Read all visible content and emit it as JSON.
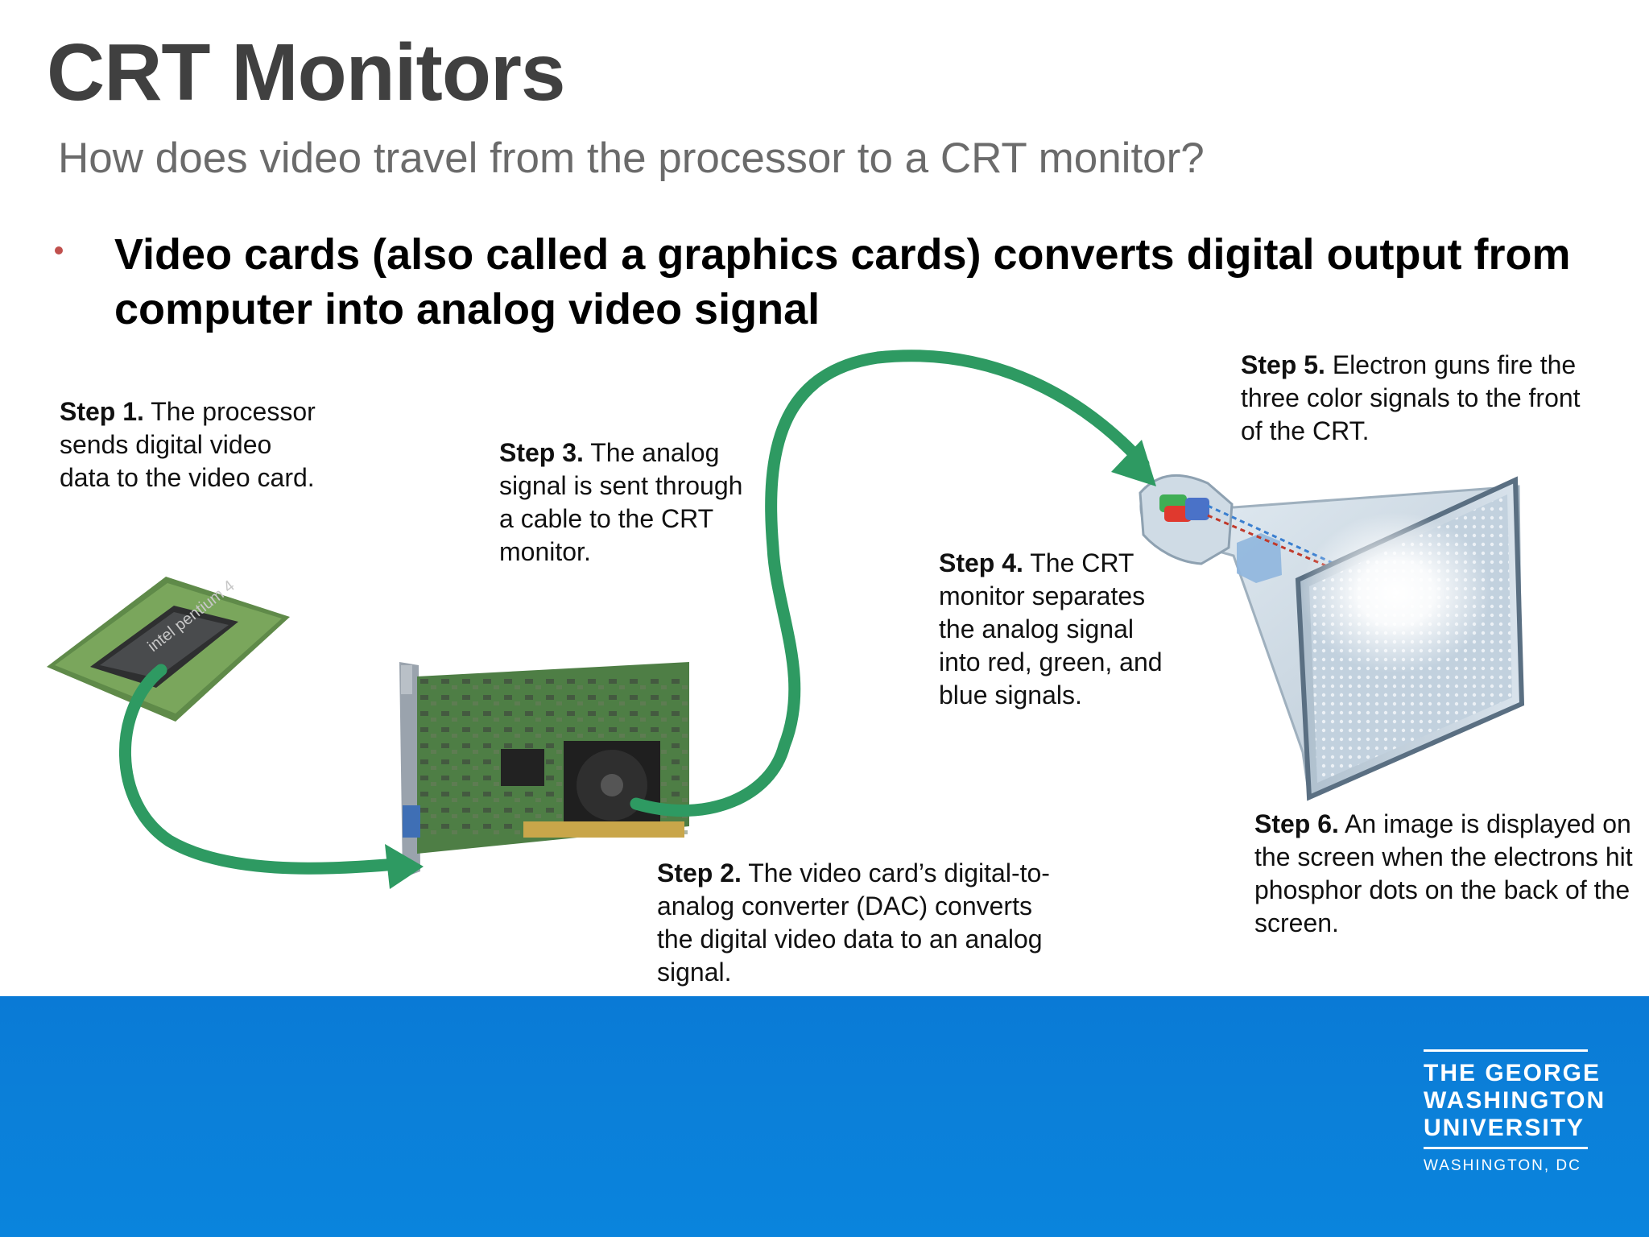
{
  "slide": {
    "title": "CRT Monitors",
    "subtitle": "How does video travel from the processor to a CRT monitor?",
    "bullet": "Video cards (also called a graphics cards) converts digital output from computer into analog video signal"
  },
  "steps": [
    {
      "label": "Step 1.",
      "text": " The processor sends digital video data to the video card."
    },
    {
      "label": "Step 2.",
      "text": " The video card’s digital-to-analog converter (DAC) converts the digital video data to an analog signal."
    },
    {
      "label": "Step 3.",
      "text": " The analog signal is sent through a cable to the CRT monitor."
    },
    {
      "label": "Step 4.",
      "text": " The CRT monitor separates the analog signal into red, green, and blue signals."
    },
    {
      "label": "Step 5.",
      "text": " Electron guns fire the three color signals to the front of the CRT."
    },
    {
      "label": "Step 6.",
      "text": " An image is displayed on the screen when the electrons hit phosphor dots on the back of the screen."
    }
  ],
  "logo": {
    "line1": "THE GEORGE",
    "line2": "WASHINGTON",
    "line3": "UNIVERSITY",
    "location": "WASHINGTON, DC"
  },
  "colors": {
    "arrow": "#2e9a62",
    "footer": "#0b80d9",
    "bullet": "#c0504d"
  },
  "icons": [
    "processor-chip",
    "video-card",
    "crt-tube"
  ]
}
